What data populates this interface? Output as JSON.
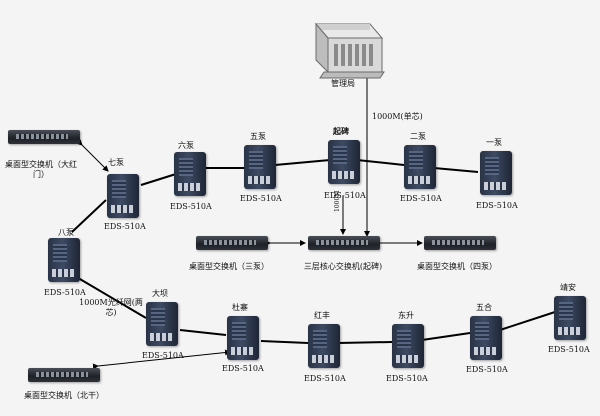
{
  "labels": {
    "mgmt": "管理局",
    "uplink": "1000M(单芯)",
    "desk_dahongmen": "桌面型交换机（大红门）",
    "qibeng": "七泵",
    "liubeng": "六泵",
    "wubeng": "五泵",
    "qibei": "起碑",
    "erbeng": "二泵",
    "yibeng": "一泵",
    "babeng": "八泵",
    "desk_sanbeng": "桌面型交换机（三泵）",
    "core": "三层核心交换机(起碑)",
    "desk_sibeng": "桌面型交换机（四泵）",
    "fiber_note": "1000M光纤网(两芯)",
    "daba": "大坝",
    "duzhai": "杜寨",
    "hongfeng": "红丰",
    "dongsheng": "东升",
    "wuhe": "五合",
    "jingan": "靖安",
    "desk_beigan": "桌面型交换机（北干）",
    "vertical_1000m": "1000M",
    "model": "EDS-510A"
  },
  "colors": {
    "link": "#000000",
    "background": "#f4f4f4"
  },
  "icons": {
    "server": "server-building-icon",
    "industrial_switch": "industrial-switch-icon",
    "rack_switch": "rack-switch-icon"
  }
}
